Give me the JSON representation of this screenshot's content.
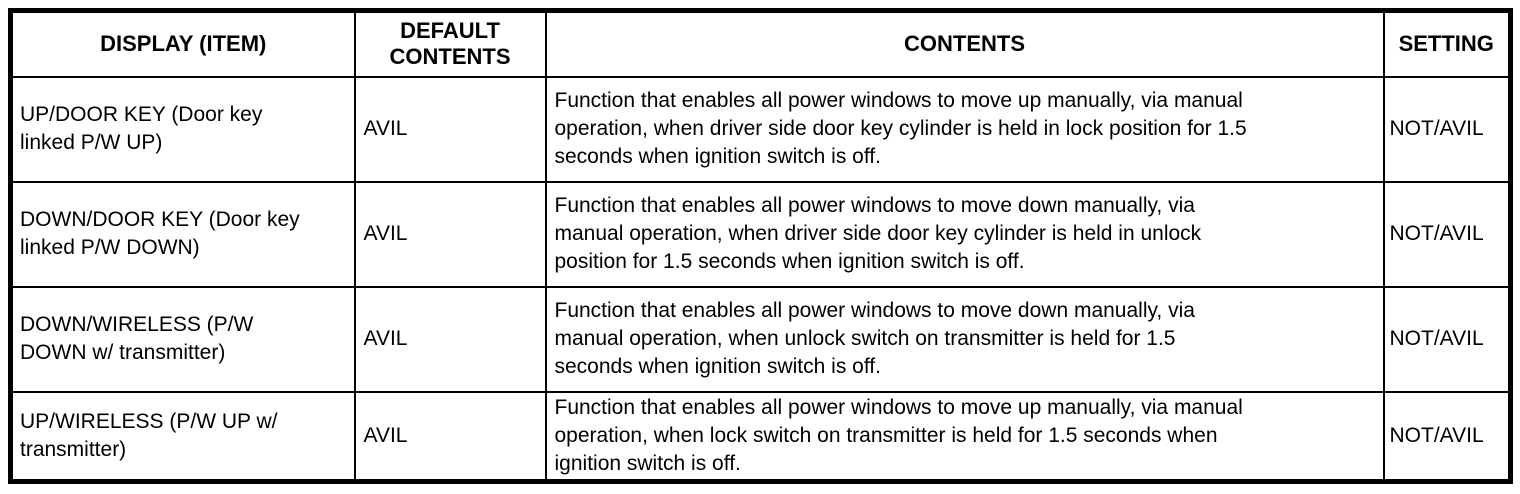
{
  "table": {
    "columns": [
      {
        "label": "DISPLAY (ITEM)"
      },
      {
        "label": "DEFAULT\nCONTENTS"
      },
      {
        "label": "CONTENTS"
      },
      {
        "label": "SETTING"
      }
    ],
    "rows": [
      {
        "display_item": "UP/DOOR KEY (Door key\nlinked P/W UP)",
        "default_contents": "AVIL",
        "contents": "Function that enables all power windows to move up manually, via manual\noperation, when driver side door key cylinder is held in lock position for 1.5\nseconds when ignition switch is off.",
        "setting": "NOT/AVIL"
      },
      {
        "display_item": "DOWN/DOOR KEY (Door key\nlinked P/W DOWN)",
        "default_contents": "AVIL",
        "contents": "Function that enables all power windows to move down manually, via\nmanual operation, when driver side door key cylinder is held in unlock\nposition for 1.5 seconds when ignition switch is off.",
        "setting": "NOT/AVIL"
      },
      {
        "display_item": "DOWN/WIRELESS (P/W\nDOWN w/ transmitter)",
        "default_contents": "AVIL",
        "contents": "Function that enables all power windows to move down manually, via\nmanual operation, when unlock switch on transmitter is held for 1.5\nseconds when ignition switch is off.",
        "setting": "NOT/AVIL"
      },
      {
        "display_item": "UP/WIRELESS (P/W UP w/\ntransmitter)",
        "default_contents": "AVIL",
        "contents": "Function that enables all power windows to move up manually, via manual\noperation, when lock switch on transmitter is held for 1.5 seconds when\nignition switch is off.",
        "setting": "NOT/AVIL"
      }
    ]
  }
}
